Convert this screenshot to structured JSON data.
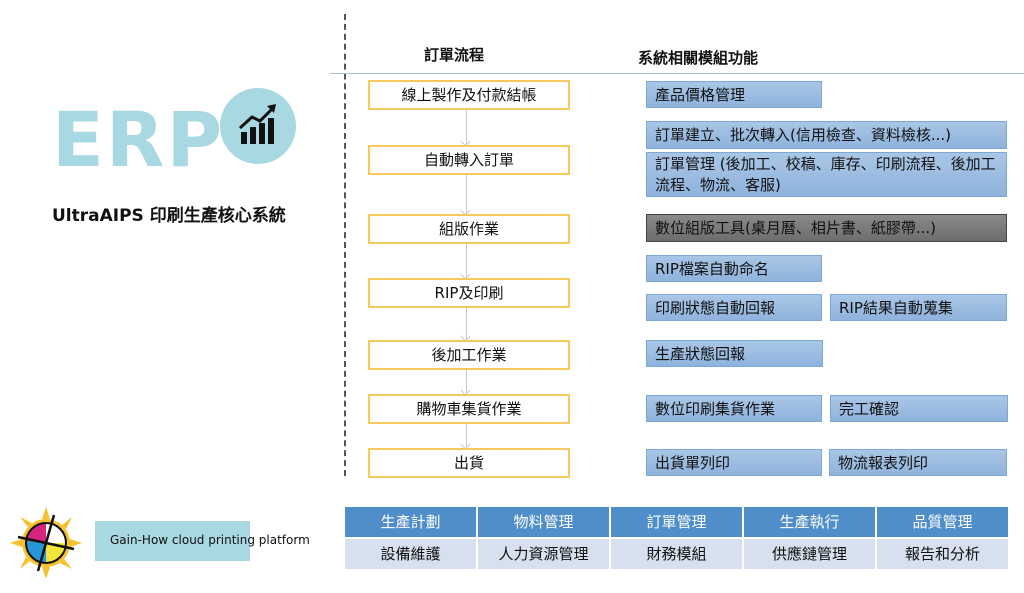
{
  "brand": {
    "erp": "ERP",
    "subtitle": "UltraAIPS 印刷生產核心系統",
    "platform": "Gain-How cloud printing platform"
  },
  "headers": {
    "flow": "訂單流程",
    "modules": "系統相關模組功能"
  },
  "flow": [
    "線上製作及付款結帳",
    "自動轉入訂單",
    "組版作業",
    "RIP及印刷",
    "後加工作業",
    "購物車集貨作業",
    "出貨"
  ],
  "modules": {
    "m1": "產品價格管理",
    "m2": "訂單建立、批次轉入(信用檢查、資料檢核...)",
    "m3": "訂單管理 (後加工、校稿、庫存、印刷流程、後加工流程、物流、客服)",
    "m4": "數位組版工具(桌月曆、相片書、紙膠帶...)",
    "m5": "RIP檔案自動命名",
    "m6": "印刷狀態自動回報",
    "m7": "RIP結果自動蒐集",
    "m8": "生產狀態回報",
    "m9": "數位印刷集貨作業",
    "m10": "完工確認",
    "m11": "出貨單列印",
    "m12": "物流報表列印"
  },
  "table": {
    "row1": [
      "生產計劃",
      "物料管理",
      "訂單管理",
      "生產執行",
      "品質管理"
    ],
    "row2": [
      "設備維護",
      "人力資源管理",
      "財務模組",
      "供應鏈管理",
      "報告和分析"
    ]
  },
  "colors": {
    "erp": "#a8d8e1",
    "flow_border": "#f7c85a",
    "module": "#9dbde3",
    "table_header": "#4f8ec9",
    "table_cell": "#d6e0ee"
  }
}
